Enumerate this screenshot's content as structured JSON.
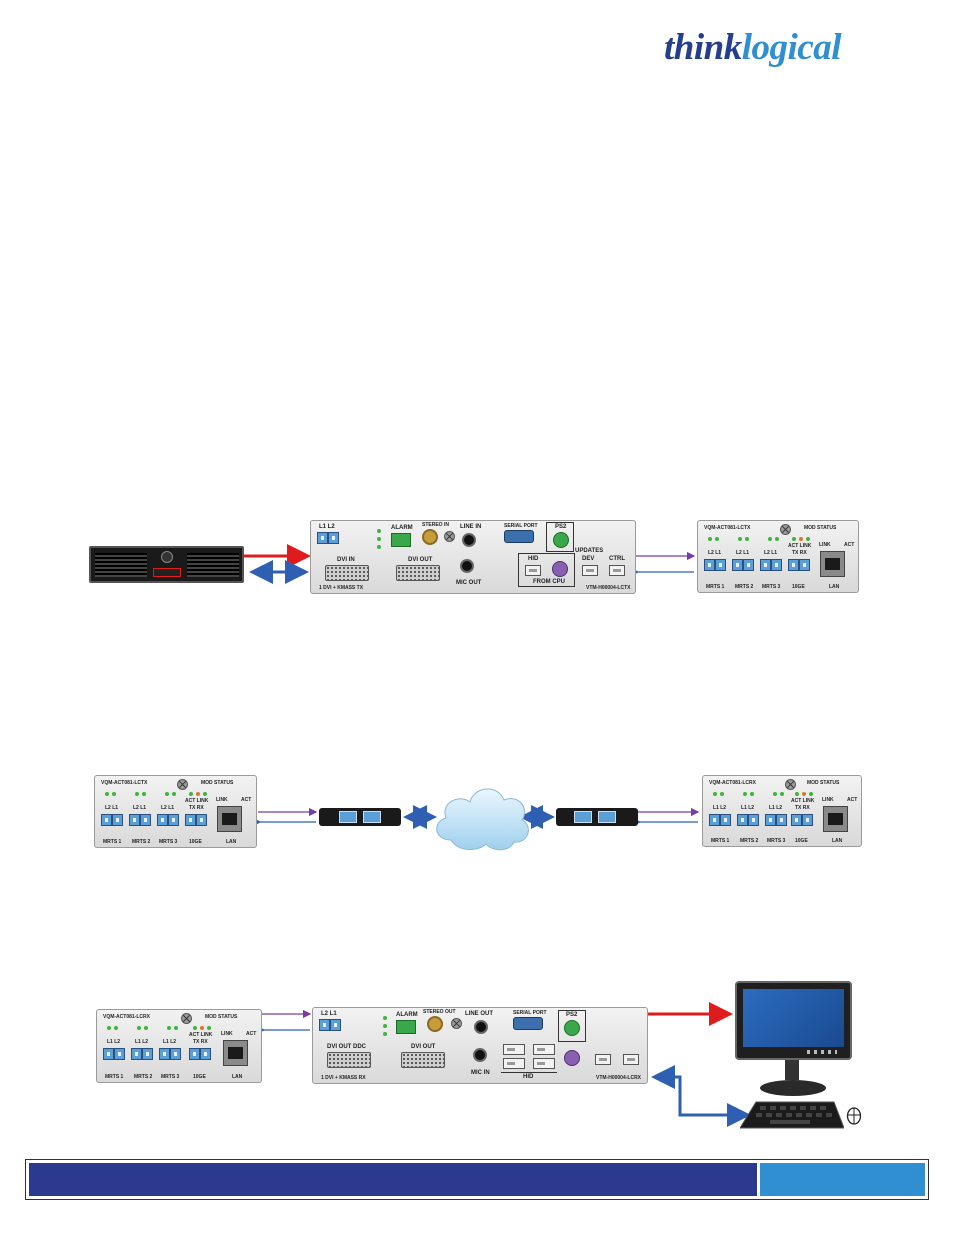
{
  "header": {
    "logo_think": "think",
    "logo_logical": "logical"
  },
  "colors": {
    "brand_dark": "#2b3a8f",
    "brand_light": "#2f8fd0",
    "video_arrow": "#e01b1b",
    "usb_arrow": "#2f5fb3",
    "fiber_arrow": "#7a3aa8"
  },
  "tx_module": {
    "top_left": "L1  L2",
    "alarm": "ALARM",
    "stereo_in": "STEREO IN",
    "line_in": "LINE IN",
    "serial_port": "SERIAL PORT",
    "ps2": "PS2",
    "dvi_in": "DVI IN",
    "dvi_out": "DVI OUT",
    "hid": "HID",
    "from_cpu": "FROM CPU",
    "updates": "UPDATES",
    "dev": "DEV",
    "ctrl": "CTRL",
    "mic_out": "MIC  OUT",
    "bottom_left": "1 DVI + KMASS TX",
    "model": "VTM-H00004-LCTX"
  },
  "vqm_tx1": {
    "title": "VQM-ACT081-LCTX",
    "mod_status": "MOD STATUS",
    "act_link": "ACT LINK",
    "pair1": "L2  L1",
    "pair2": "L2  L1",
    "pair3": "L2  L1",
    "txrx": "TX  RX",
    "link": "LINK",
    "act": "ACT",
    "mrts1": "MRTS 1",
    "mrts2": "MRTS 2",
    "mrts3": "MRTS 3",
    "speed": "10GE",
    "lan": "LAN"
  },
  "vqm_tx2": {
    "title": "VQM-ACT081-LCTX",
    "mod_status": "MOD STATUS",
    "act_link": "ACT LINK",
    "pair1": "L2  L1",
    "pair2": "L2  L1",
    "pair3": "L2  L1",
    "txrx": "TX  RX",
    "link": "LINK",
    "act": "ACT",
    "mrts1": "MRTS 1",
    "mrts2": "MRTS 2",
    "mrts3": "MRTS 3",
    "speed": "10GE",
    "lan": "LAN"
  },
  "vqm_rx1": {
    "title": "VQM-ACT081-LCRX",
    "mod_status": "MOD STATUS",
    "act_link": "ACT LINK",
    "pair1": "L1  L2",
    "pair2": "L1  L2",
    "pair3": "L1  L2",
    "txrx": "TX  RX",
    "link": "LINK",
    "act": "ACT",
    "mrts1": "MRTS 1",
    "mrts2": "MRTS 2",
    "mrts3": "MRTS 3",
    "speed": "10GE",
    "lan": "LAN"
  },
  "vqm_rx2": {
    "title": "VQM-ACT081-LCRX",
    "mod_status": "MOD STATUS",
    "act_link": "ACT LINK",
    "pair1": "L1  L2",
    "pair2": "L1  L2",
    "pair3": "L1  L2",
    "txrx": "TX  RX",
    "link": "LINK",
    "act": "ACT",
    "mrts1": "MRTS 1",
    "mrts2": "MRTS 2",
    "mrts3": "MRTS 3",
    "speed": "10GE",
    "lan": "LAN"
  },
  "rx_module": {
    "top_left": "L2  L1",
    "alarm": "ALARM",
    "stereo_out": "STEREO OUT",
    "line_out": "LINE OUT",
    "serial_port": "SERIAL PORT",
    "ps2": "PS2",
    "dvi_out_ddc": "DVI OUT DDC",
    "dvi_out": "DVI OUT",
    "mic_in": "MIC IN",
    "hid": "HID",
    "bottom_left": "1 DVI + KMASS RX",
    "model": "VTM-H00004-LCRX"
  }
}
